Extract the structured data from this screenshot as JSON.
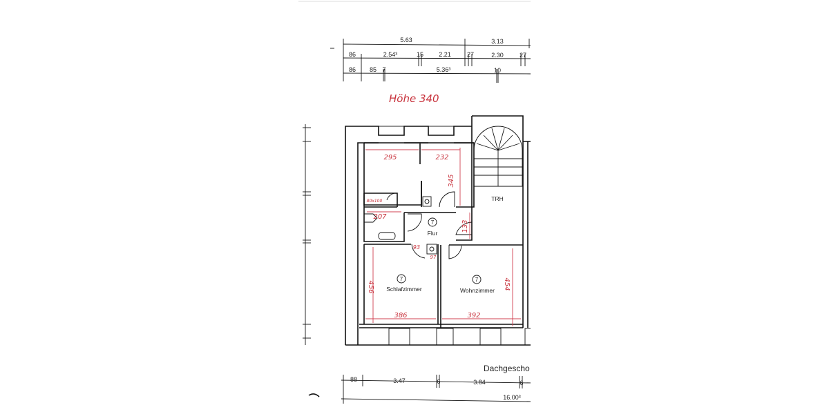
{
  "annotation": {
    "height_note": "Höhe 340"
  },
  "floor_label": "Dachgescho",
  "dimensions": {
    "top_row1": [
      "5.63",
      "3.13"
    ],
    "top_row2": [
      "86",
      "2.54³",
      "15",
      "2.21",
      "27",
      "2.30",
      "27"
    ],
    "top_row3": [
      "86",
      "85",
      "7",
      "5.36³",
      "10"
    ],
    "bottom_row1": [
      "88",
      "3.47",
      "6",
      "3.84",
      "6"
    ],
    "bottom_row2": [
      "16.00³"
    ]
  },
  "rooms": [
    {
      "number": "7",
      "name": "Flur"
    },
    {
      "number": "7",
      "name": "Schlafzimmer"
    },
    {
      "number": "7",
      "name": "Wohnzimmer"
    },
    {
      "name": "TRH"
    }
  ],
  "handwritten_measures": {
    "kitchen_width_left": "295",
    "kitchen_width_right": "232",
    "kitchen_depth": "345",
    "shower": "80x100",
    "bath_width": "207",
    "flur_depth": "133",
    "door_left": "93",
    "shaft": "97",
    "schlafzimmer_depth": "456",
    "schlafzimmer_width": "386",
    "wohnzimmer_width": "392",
    "wohnzimmer_depth": "454"
  },
  "colors": {
    "ink": "#111111",
    "handwriting": "#c8323c"
  }
}
